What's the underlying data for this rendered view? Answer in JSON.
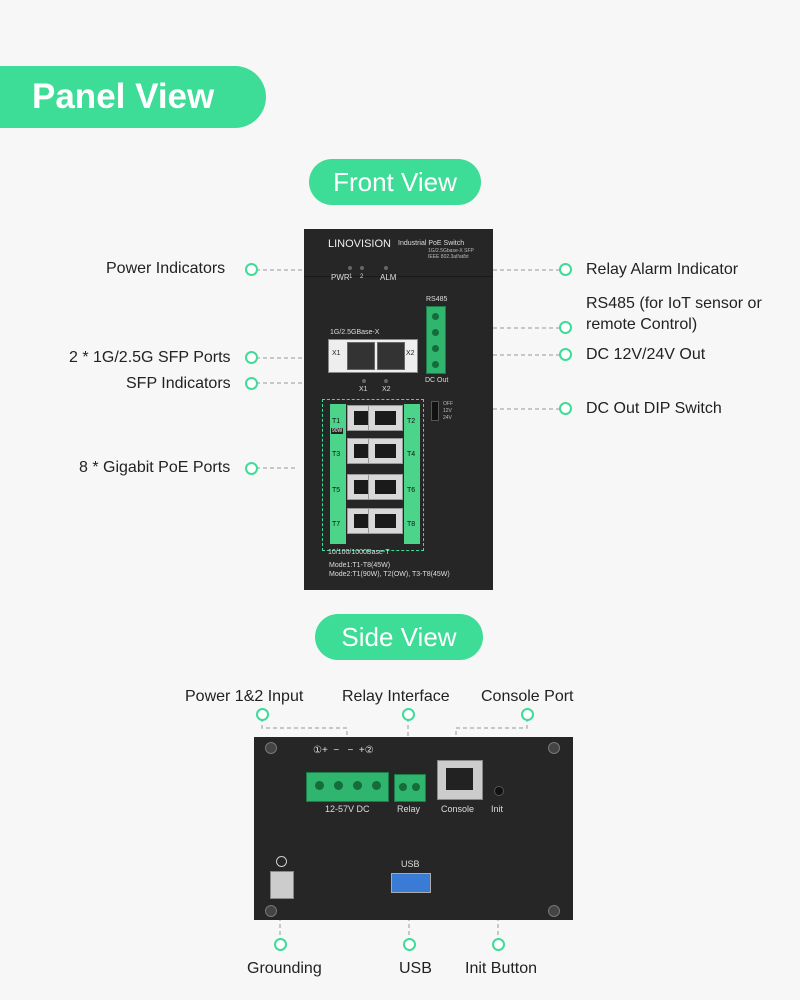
{
  "header": {
    "title": "Panel View"
  },
  "front": {
    "title": "Front View",
    "brand": "LINOVISION",
    "product": "Industrial PoE Switch",
    "spec1": "1G/2.5Gbase-X SFP",
    "spec2": "IEEE 802.3af/at/bt",
    "pwr": "PWR",
    "pwr1": "1",
    "pwr2": "2",
    "alm": "ALM",
    "rs485": "RS485",
    "dcout": "DC Out",
    "sfp_label": "1G/2.5GBase-X",
    "x1": "X1",
    "x2": "X2",
    "x1b": "X1",
    "x2b": "X2",
    "dip_off": "OFF",
    "dip_12": "12V",
    "dip_24": "24V",
    "t1": "T1",
    "t1_note": "90W",
    "t2": "T2",
    "t3": "T3",
    "t4": "T4",
    "t5": "T5",
    "t6": "T6",
    "t7": "T7",
    "t8": "T8",
    "copper_label": "10/100/1000Base-T",
    "mode1": "Mode1:T1-T8(45W)",
    "mode2": "Mode2:T1(90W), T2(OW), T3-T8(45W)"
  },
  "front_callouts": {
    "power_indicators": "Power Indicators",
    "sfp_ports": "2 * 1G/2.5G SFP Ports",
    "sfp_indicators": "SFP Indicators",
    "poe_ports": "8 * Gigabit PoE Ports",
    "relay_alarm": "Relay Alarm Indicator",
    "rs485_line1": "RS485 (for IoT sensor or",
    "rs485_line2": "remote Control)",
    "dc_out": "DC 12V/24V Out",
    "dip": "DC Out DIP Switch"
  },
  "side": {
    "title": "Side View",
    "p_marks": "①+  −   −  +②",
    "dc_in": "12-57V DC",
    "relay": "Relay",
    "console": "Console",
    "init": "Init",
    "usb": "USB"
  },
  "side_callouts": {
    "power_input": "Power 1&2 Input",
    "relay_interface": "Relay Interface",
    "console_port": "Console Port",
    "grounding": "Grounding",
    "usb": "USB",
    "init_button": "Init Button"
  },
  "colors": {
    "accent": "#3ddc97",
    "device": "#262626",
    "port_green": "#4cd48a"
  }
}
